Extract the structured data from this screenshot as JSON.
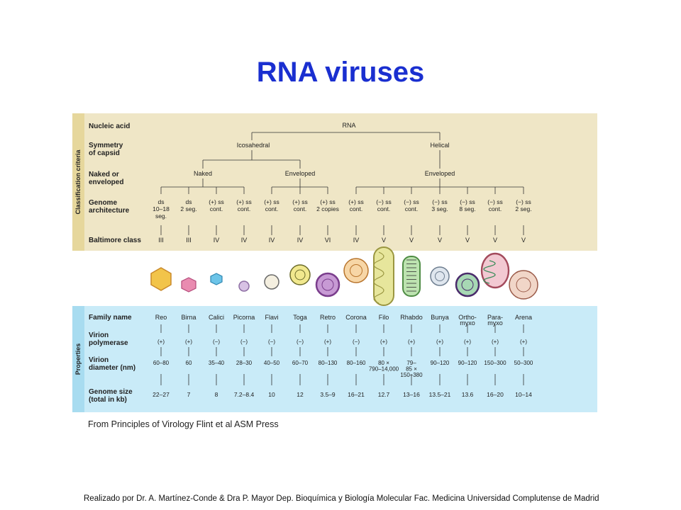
{
  "title": "RNA viruses",
  "sidebars": {
    "criteria": "Classification criteria",
    "properties": "Properties"
  },
  "colors": {
    "title": "#1a2fd0",
    "criteria_bg": "#efe6c6",
    "sidebar_bg": "#e6d79c",
    "properties_bg": "#c9ebf8"
  },
  "row_labels": {
    "nucleic_acid": "Nucleic acid",
    "symmetry": [
      "Symmetry",
      "of capsid"
    ],
    "naked": [
      "Naked or",
      "enveloped"
    ],
    "genome_arch": [
      "Genome",
      "architecture"
    ],
    "baltimore": "Baltimore class",
    "family": "Family name",
    "polymerase": [
      "Virion",
      "polymerase"
    ],
    "diameter": [
      "Virion",
      "diameter (nm)"
    ],
    "genome_size": [
      "Genome size",
      "(total in kb)"
    ]
  },
  "tree": {
    "root": "RNA",
    "icosahedral": "Icosahedral",
    "helical": "Helical",
    "naked": "Naked",
    "enveloped_ico": "Enveloped",
    "enveloped_hel": "Enveloped"
  },
  "columns": [
    {
      "arch": [
        "ds",
        "10–18",
        "seg."
      ],
      "baltimore": "III",
      "family": [
        "Reo"
      ],
      "polymerase": "(+)",
      "diameter": [
        "60–80"
      ],
      "genome": "22–27"
    },
    {
      "arch": [
        "ds",
        "2 seg."
      ],
      "baltimore": "III",
      "family": [
        "Birna"
      ],
      "polymerase": "(+)",
      "diameter": [
        "60"
      ],
      "genome": "7"
    },
    {
      "arch": [
        "(+) ss",
        "cont."
      ],
      "baltimore": "IV",
      "family": [
        "Calici"
      ],
      "polymerase": "(−)",
      "diameter": [
        "35–40"
      ],
      "genome": "8"
    },
    {
      "arch": [
        "(+) ss",
        "cont."
      ],
      "baltimore": "IV",
      "family": [
        "Picorna"
      ],
      "polymerase": "(−)",
      "diameter": [
        "28–30"
      ],
      "genome": "7.2–8.4"
    },
    {
      "arch": [
        "(+) ss",
        "cont."
      ],
      "baltimore": "IV",
      "family": [
        "Flavi"
      ],
      "polymerase": "(−)",
      "diameter": [
        "40–50"
      ],
      "genome": "10"
    },
    {
      "arch": [
        "(+) ss",
        "cont."
      ],
      "baltimore": "IV",
      "family": [
        "Toga"
      ],
      "polymerase": "(−)",
      "diameter": [
        "60–70"
      ],
      "genome": "12"
    },
    {
      "arch": [
        "(+) ss",
        "2 copies"
      ],
      "baltimore": "VI",
      "family": [
        "Retro"
      ],
      "polymerase": "(+)",
      "diameter": [
        "80–130"
      ],
      "genome": "3.5–9"
    },
    {
      "arch": [
        "(+) ss",
        "cont."
      ],
      "baltimore": "IV",
      "family": [
        "Corona"
      ],
      "polymerase": "(−)",
      "diameter": [
        "80–160"
      ],
      "genome": "16–21"
    },
    {
      "arch": [
        "(−) ss",
        "cont."
      ],
      "baltimore": "V",
      "family": [
        "Filo"
      ],
      "polymerase": "(+)",
      "diameter": [
        "80 ×",
        "790–14,000"
      ],
      "genome": "12.7"
    },
    {
      "arch": [
        "(−) ss",
        "cont."
      ],
      "baltimore": "V",
      "family": [
        "Rhabdo"
      ],
      "polymerase": "(+)",
      "diameter": [
        "79–",
        "85 ×",
        "150–380"
      ],
      "genome": "13–16"
    },
    {
      "arch": [
        "(−) ss",
        "3 seg."
      ],
      "baltimore": "V",
      "family": [
        "Bunya"
      ],
      "polymerase": "(+)",
      "diameter": [
        "90–120"
      ],
      "genome": "13.5–21"
    },
    {
      "arch": [
        "(−) ss",
        "8 seg."
      ],
      "baltimore": "V",
      "family": [
        "Ortho-",
        "myxo"
      ],
      "polymerase": "(+)",
      "diameter": [
        "90–120"
      ],
      "genome": "13.6"
    },
    {
      "arch": [
        "(−) ss",
        "cont."
      ],
      "baltimore": "V",
      "family": [
        "Para-",
        "myxo"
      ],
      "polymerase": "(+)",
      "diameter": [
        "150–300"
      ],
      "genome": "16–20"
    },
    {
      "arch": [
        "(−) ss",
        "2 seg."
      ],
      "baltimore": "V",
      "family": [
        "Arena"
      ],
      "polymerase": "(+)",
      "diameter": [
        "50–300"
      ],
      "genome": "10–14"
    }
  ],
  "source": "From Principles of Virology Flint et al ASM Press",
  "credit": "Realizado por Dr. A. Martínez-Conde  & Dra P. Mayor Dep. Bioquímica y Biología Molecular Fac. Medicina Universidad Complutense de Madrid"
}
